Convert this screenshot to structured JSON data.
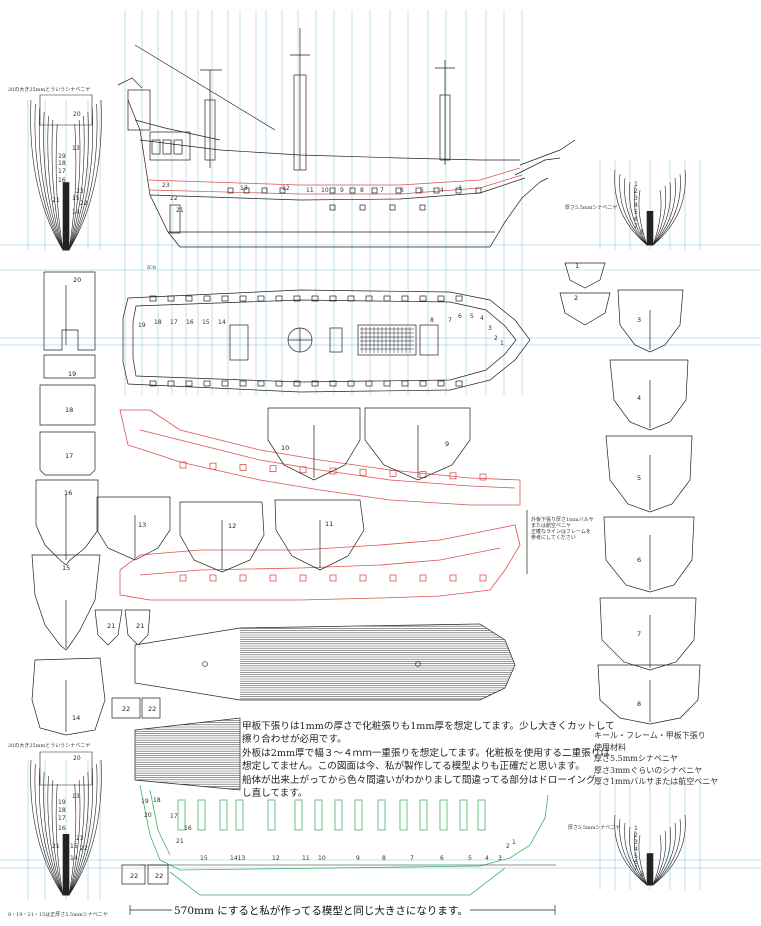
{
  "notes": {
    "lines": [
      "甲板下張りは1mmの厚さで化粧張りも1mm厚を想定してます。少し大きくカットして",
      "擦り合わせが必用です。",
      "外板は2mm厚で幅３～４ｍｍ一重張りを想定してます。化粧板を使用する二重張りは",
      "想定してません。この図面は今、私が製作してる模型よりも正確だと思います。",
      "船体が出来上がってから色々間違いがわかりまして間違ってる部分はドローイング",
      "し直してます。"
    ]
  },
  "materials": {
    "lines": [
      "キール・フレーム・甲板下張り",
      "使用材料",
      "厚さ5.5mmシナベニヤ",
      "厚さ3mmぐらいのシナベニヤ",
      "厚さ1mmバルサまたは航空ベニヤ"
    ]
  },
  "scale_note": "570mm にすると私が作ってる模型と同じ大きさになります。",
  "small_labels": {
    "top_left": "20の大き25mmとういうシナベニヤ",
    "mid_left": "20の大き25mmとういうシナベニヤ",
    "right_top": "厚さ5.5mmシナベニヤ",
    "right_bottom": "厚さ5.5mmシナベニヤ",
    "bottom_left": "8・19・21・15は正厚さ5.5mmシナベニヤ",
    "bulwark_note": [
      "外板下張り厚さ1mmバルサ",
      "または航空ベニヤ",
      "正確なラインはフレームを",
      "参考にしてください"
    ],
    "deck_mark": "IC8"
  },
  "part_numbers": {
    "frames_left": [
      "20",
      "19",
      "18",
      "17",
      "16",
      "15",
      "14"
    ],
    "frames_center": [
      "13",
      "12",
      "11",
      "10",
      "9"
    ],
    "frames_right": [
      "1",
      "2",
      "3",
      "4",
      "5",
      "6",
      "7",
      "8"
    ],
    "small": [
      "21",
      "21",
      "22",
      "22",
      "22",
      "22"
    ],
    "keel": [
      "19",
      "18",
      "20",
      "17",
      "21",
      "16",
      "15",
      "1413",
      "12",
      "11",
      "10",
      "9",
      "8",
      "7",
      "6",
      "5",
      "4",
      "3",
      "2",
      "1"
    ],
    "profile": [
      "23",
      "22",
      "21",
      "13",
      "12",
      "11",
      "10",
      "9",
      "8",
      "7",
      "6",
      "5",
      "4",
      "3",
      "2",
      "1"
    ],
    "plan": [
      "19",
      "18",
      "17",
      "16",
      "15",
      "14",
      "8",
      "7",
      "6",
      "5",
      "4",
      "3",
      "2",
      "1"
    ],
    "body_left": [
      "20",
      "19",
      "18",
      "17",
      "16",
      "15",
      "14",
      "21",
      "22",
      "23",
      "13"
    ],
    "body_right": [
      "1",
      "2",
      "3",
      "4",
      "5",
      "6",
      "7",
      "8"
    ]
  },
  "colors": {
    "guides": "#7cc3e3",
    "bulwark": "#d9534f",
    "keel": "#3fb56b",
    "ink": "#222222",
    "deck": "#555555"
  }
}
